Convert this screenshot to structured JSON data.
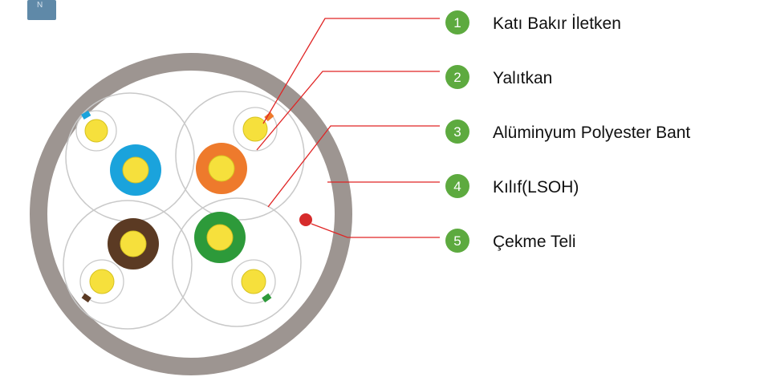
{
  "colors": {
    "jacket": "#9d9591",
    "inner": "#ffffff",
    "ring": "#c9c9c9",
    "conductor": "#f6e03c",
    "conductor_edge": "#d6c21f",
    "blue": "#1aa3dc",
    "orange": "#ee7a2c",
    "brown": "#5b3a23",
    "green": "#2d9a3a",
    "ripcord": "#d62b2b",
    "badge": "#5daa3f",
    "leader": "#e02424",
    "logo": "#5f89a8"
  },
  "legend": [
    {
      "number": "1",
      "label": "Katı Bakır İletken"
    },
    {
      "number": "2",
      "label": "Yalıtkan"
    },
    {
      "number": "3",
      "label": "Alüminyum Polyester Bant"
    },
    {
      "number": "4",
      "label": "Kılıf(LSOH)"
    },
    {
      "number": "5",
      "label": "Çekme Teli"
    }
  ],
  "logo": {
    "letter": "N"
  }
}
